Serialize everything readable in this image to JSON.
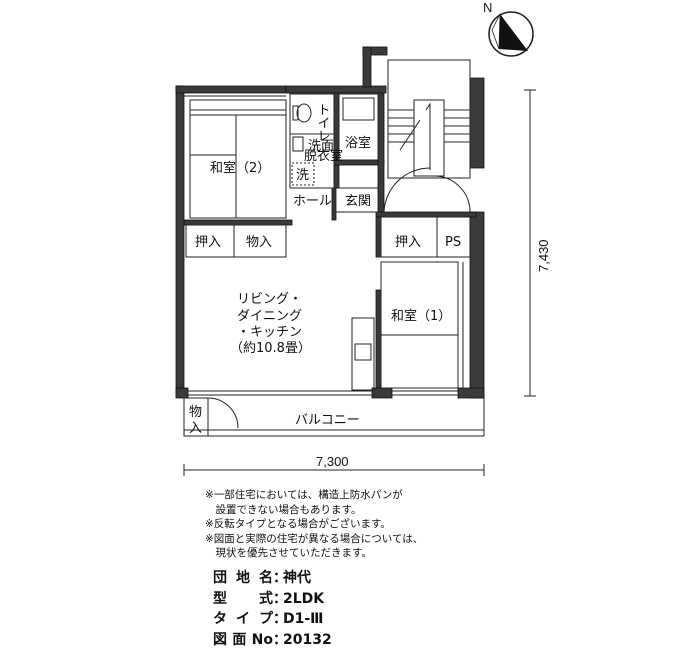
{
  "rooms": {
    "washitsu2": "和室（2）",
    "toilet": "トイレ",
    "washroom": "洗面\n脱衣室",
    "washer": "洗",
    "bath": "浴室",
    "hall": "ホール",
    "entrance": "玄関",
    "oshiire_left": "押入",
    "monoire_left": "物入",
    "oshiire_right": "押入",
    "ps": "PS",
    "ldk": [
      "リビング・",
      "ダイニング",
      "・キッチン",
      "（約10.8畳）"
    ],
    "washitsu1": "和室（1）",
    "storage_balcony": [
      "物",
      "入"
    ],
    "balcony": "バルコニー"
  },
  "dimensions": {
    "width": "7,300",
    "depth": "7,430"
  },
  "compass": {
    "north_label": "N"
  },
  "notes": [
    "※一部住宅においては、構造上防水パンが",
    "　設置できない場合もあります。",
    "※反転タイプとなる場合がございます。",
    "※図面と実際の住宅が異なる場合については、",
    "　現状を優先させていただきます。"
  ],
  "info": [
    {
      "label": "団地名",
      "value": "神代"
    },
    {
      "label": "型式",
      "value": "2LDK"
    },
    {
      "label": "タイプ",
      "value": "D1-Ⅲ"
    },
    {
      "label": "図面No",
      "value": "20132"
    }
  ]
}
